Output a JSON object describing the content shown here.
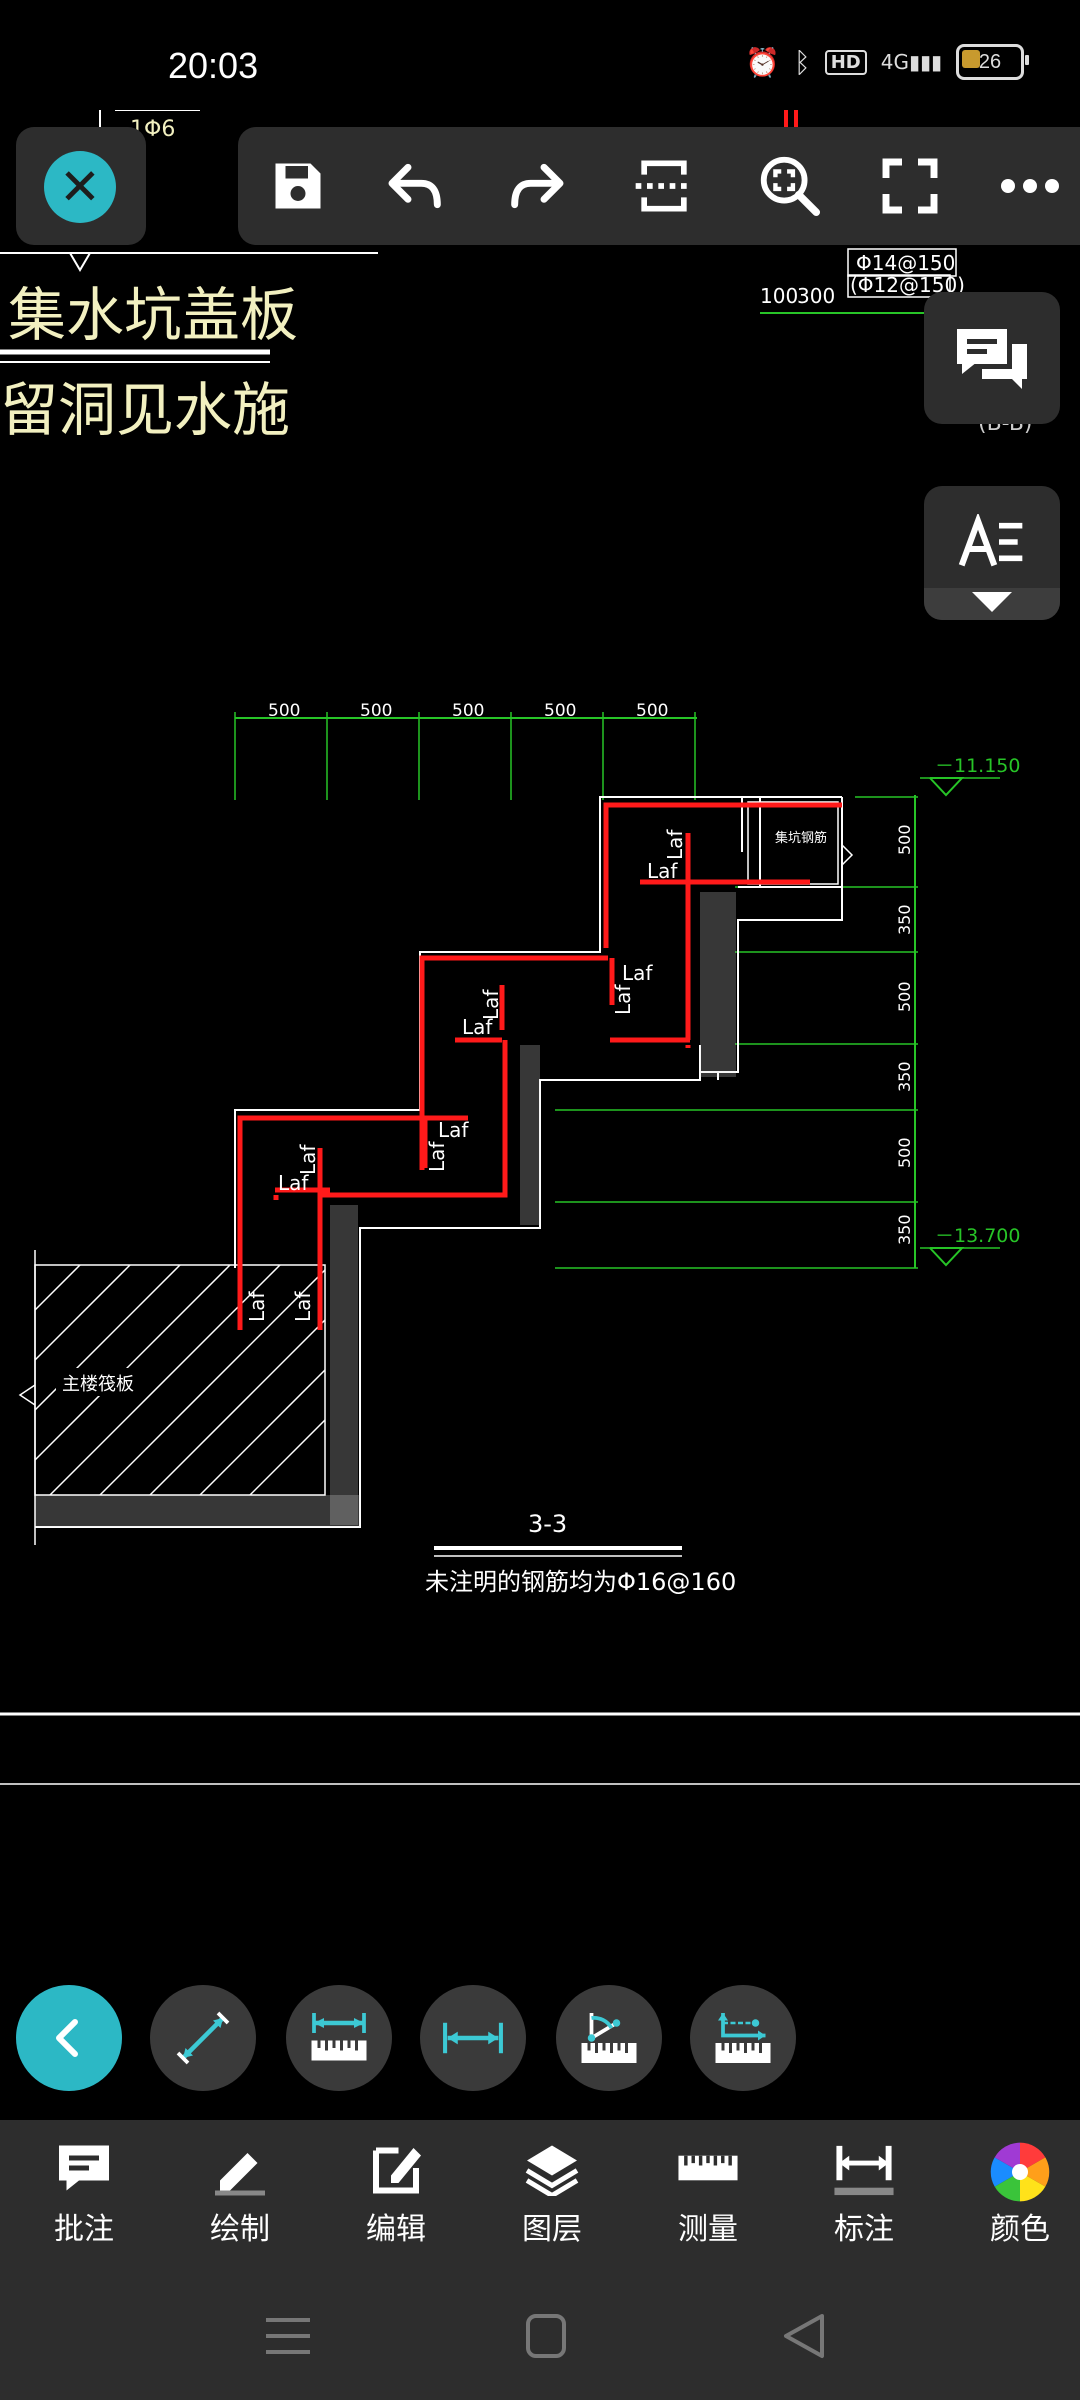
{
  "status": {
    "time": "20:03",
    "battery": "26",
    "hd": "HD",
    "network": "4G"
  },
  "drawing": {
    "text_1phi6": "1Φ6",
    "title_cover": "集水坑盖板",
    "note_hole": "留洞见水施",
    "rebar_1": "Φ14@150",
    "rebar_2": "(Φ12@150)",
    "dim_100": "100",
    "dim_300": "300",
    "top_dims": [
      "500",
      "500",
      "500",
      "500",
      "500"
    ],
    "right_dims": [
      "500",
      "350",
      "500",
      "350",
      "500",
      "350"
    ],
    "elev_top": "－11.150",
    "elev_bottom": "－13.700",
    "laf": "Laf",
    "pit_bottom_rebar": "集坑钢筋",
    "main_raft": "主楼筏板",
    "section_label": "3-3",
    "section_note": "未注明的钢筋均为Φ16@160",
    "right_partial": "(B-B)"
  },
  "toolbar": {
    "save": "save-icon",
    "undo": "undo-icon",
    "redo": "redo-icon",
    "crop": "crop-icon",
    "zoom": "zoom-icon",
    "fullscreen": "fullscreen-icon",
    "more": "more-icon"
  },
  "nav": {
    "items": [
      {
        "label": "批注",
        "icon": "comment-icon"
      },
      {
        "label": "绘制",
        "icon": "pen-icon"
      },
      {
        "label": "编辑",
        "icon": "edit-icon"
      },
      {
        "label": "图层",
        "icon": "layers-icon"
      },
      {
        "label": "测量",
        "icon": "ruler-icon"
      },
      {
        "label": "标注",
        "icon": "dimension-icon"
      },
      {
        "label": "颜色",
        "icon": "color-wheel-icon"
      }
    ]
  },
  "colors": {
    "accent": "#2cb8c5",
    "rebar": "#ff1a1a",
    "dim_green": "#27c427",
    "cad_text": "#f2f0c0",
    "panel": "#2d2d2d"
  }
}
